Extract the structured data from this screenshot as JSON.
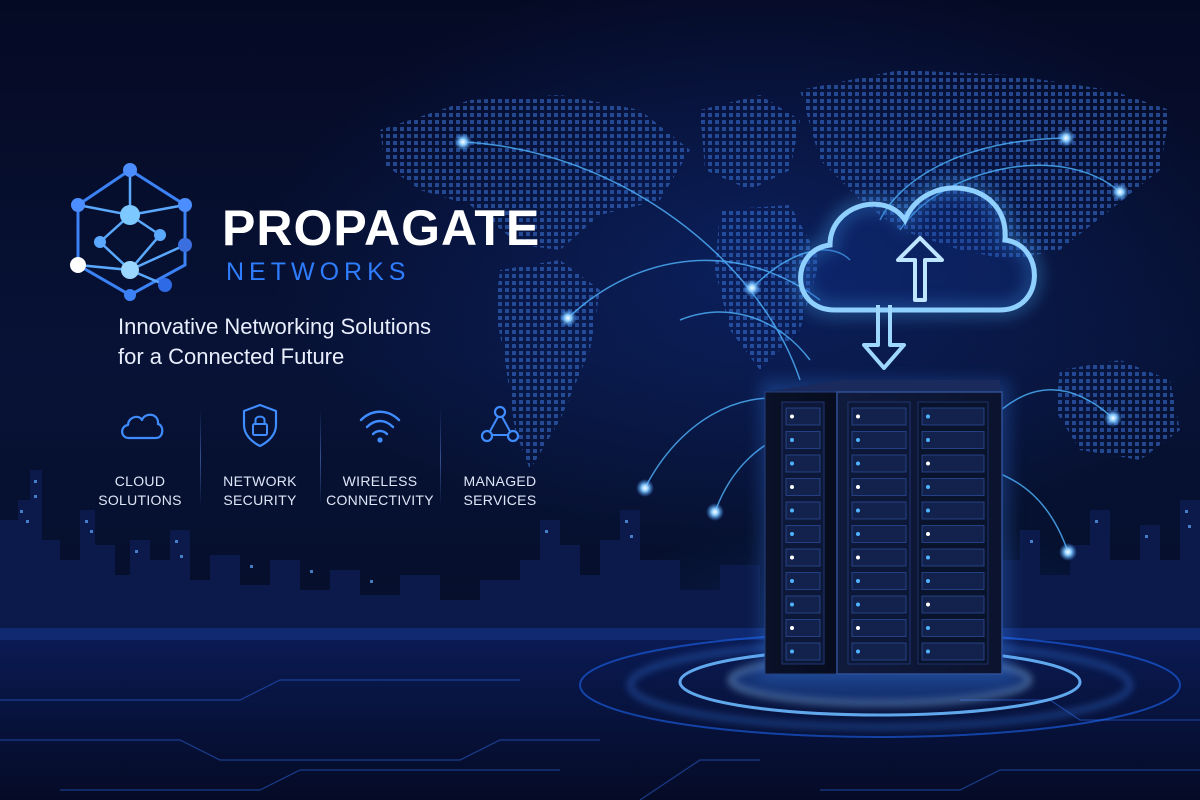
{
  "brand": {
    "name": "PROPAGATE",
    "subname": "NETWORKS"
  },
  "tagline": {
    "line1": "Innovative Networking Solutions",
    "line2": "for a Connected Future"
  },
  "services": [
    {
      "line1": "CLOUD",
      "line2": "SOLUTIONS",
      "icon": "cloud-icon"
    },
    {
      "line1": "NETWORK",
      "line2": "SECURITY",
      "icon": "shield-lock-icon"
    },
    {
      "line1": "WIRELESS",
      "line2": "CONNECTIVITY",
      "icon": "wifi-icon"
    },
    {
      "line1": "MANAGED",
      "line2": "SERVICES",
      "icon": "network-nodes-icon"
    }
  ],
  "colors": {
    "background": "#050a24",
    "accent": "#2f7dff",
    "glow": "#4fb4ff",
    "text": "#ffffff"
  }
}
